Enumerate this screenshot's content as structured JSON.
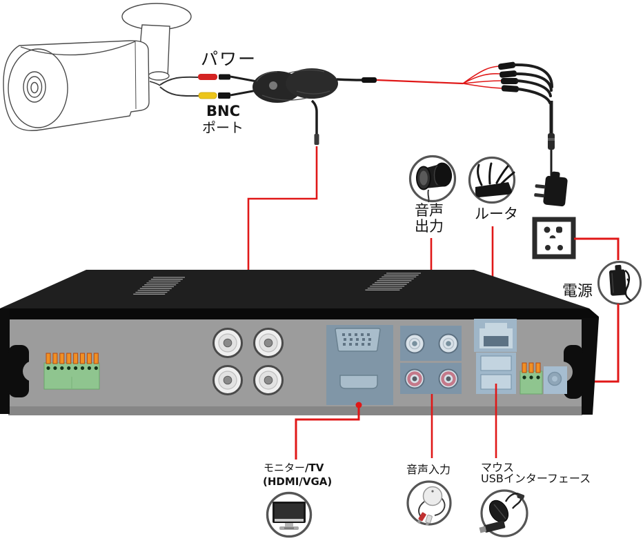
{
  "colors": {
    "accent_red": "#e01717",
    "lid_black": "#1f1f1f",
    "panel_gray": "#9c9c9c",
    "port_slate": "#7e95a8",
    "port_light": "#a4bccd",
    "terminal_green": "#8fc58f",
    "pin_orange": "#f09025",
    "connector_red": "#d42322",
    "connector_yellow": "#ecc51b"
  },
  "camera": {
    "power_label": "パワー",
    "bnc_label": "BNC",
    "bnc_sublabel": "ポート"
  },
  "peripherals": {
    "audio_out": {
      "line1": "音声",
      "line2": "出力"
    },
    "router": {
      "label": "ルータ"
    },
    "power_supply": {
      "label": "電源"
    },
    "monitor": {
      "label_prefix": "モニター",
      "label_suffix": "/TV",
      "sublabel": "(HDMI/VGA)"
    },
    "audio_in": {
      "label": "音声入力"
    },
    "mouse": {
      "line1": "マウス",
      "line2": "USBインターフェース"
    }
  }
}
